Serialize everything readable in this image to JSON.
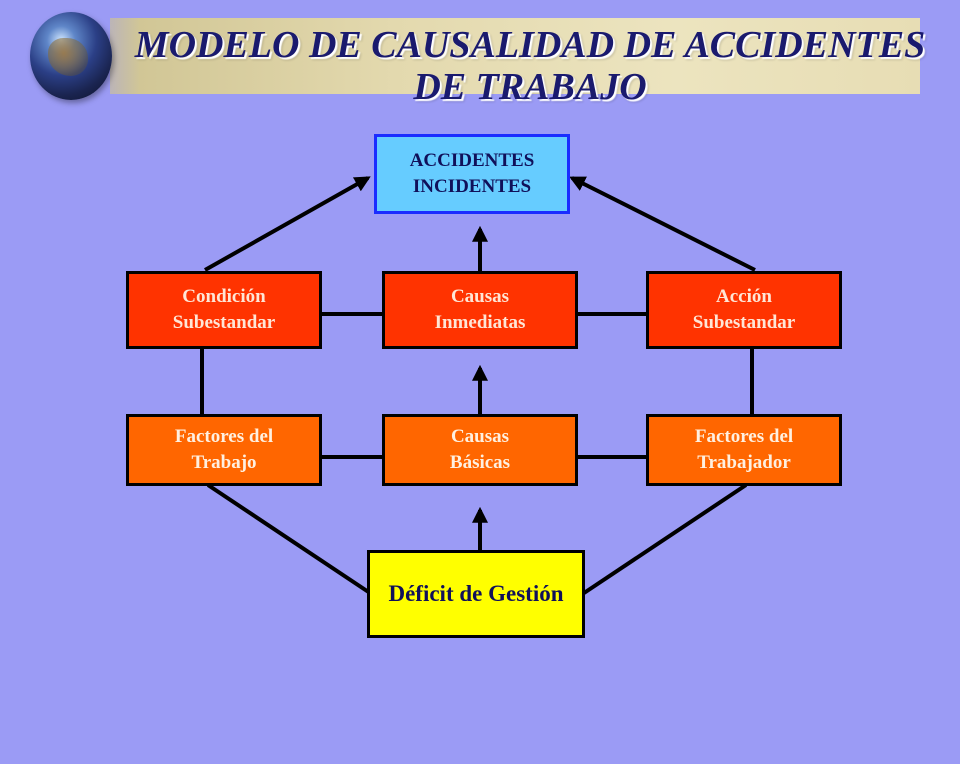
{
  "title": "MODELO DE CAUSALIDAD DE ACCIDENTES\nDE TRABAJO",
  "nodes": {
    "accidentes": "ACCIDENTES\nINCIDENTES",
    "condicion": "Condición\nSubestandar",
    "causas_inmediatas": "Causas\nInmediatas",
    "accion": "Acción\nSubestandar",
    "factores_trabajo": "Factores del\nTrabajo",
    "causas_basicas": "Causas\nBásicas",
    "factores_trabajador": "Factores del\nTrabajador",
    "deficit": "Déficit de Gestión"
  },
  "colors": {
    "background": "#9b9bf5",
    "top_box": "#66ccff",
    "immediate_row": "#ff3300",
    "basic_row": "#ff6600",
    "bottom_box": "#ffff00"
  }
}
